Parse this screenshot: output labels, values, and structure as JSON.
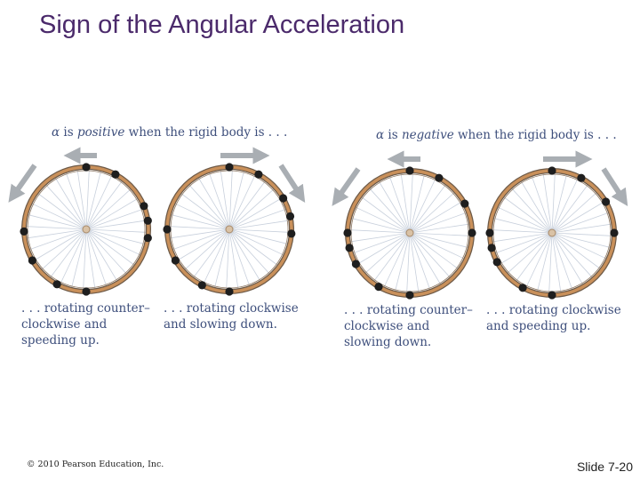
{
  "slide": {
    "title": "Sign of the Angular Acceleration",
    "copyright": "© 2010 Pearson Education, Inc.",
    "number": "Slide 7-20"
  },
  "positive": {
    "symbol": "α",
    "is": "is",
    "sign_word": "positive",
    "rest": "when the rigid body is . . ."
  },
  "negative": {
    "symbol": "α",
    "is": "is",
    "sign_word": "negative",
    "rest": "when the rigid body is . . ."
  },
  "captions": [
    ". . . rotating counter–\nclockwise and\nspeeding up.",
    ". . . rotating clockwise\nand slowing down.",
    ". . . rotating counter–\nclockwise and\nslowing down.",
    ". . . rotating clockwise\nand speeding up."
  ],
  "colors": {
    "title": "#4b2a6b",
    "text": "#3e4f7c",
    "rim": "#c9905a",
    "spoke": "#c8d0dc",
    "arrow": "#a9aeb3",
    "dot": "#1e1e1e"
  },
  "wheels": [
    {
      "rotation": "counterclockwise",
      "angular_speed": "speeding up",
      "angular_acceleration_sign": "positive"
    },
    {
      "rotation": "clockwise",
      "angular_speed": "slowing down",
      "angular_acceleration_sign": "positive"
    },
    {
      "rotation": "counterclockwise",
      "angular_speed": "slowing down",
      "angular_acceleration_sign": "negative"
    },
    {
      "rotation": "clockwise",
      "angular_speed": "speeding up",
      "angular_acceleration_sign": "negative"
    }
  ]
}
